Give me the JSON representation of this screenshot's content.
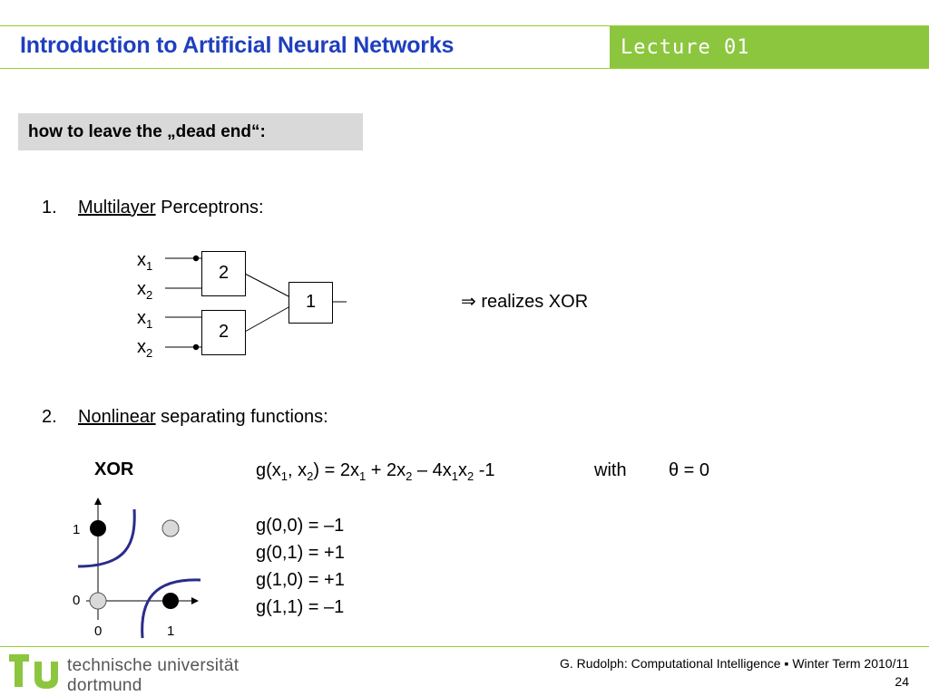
{
  "header": {
    "title": "Introduction to Artificial Neural Networks",
    "lecture": "Lecture 01"
  },
  "section": {
    "heading": "how to leave the „dead end“:"
  },
  "item1": {
    "num": "1.",
    "underlined": "Multilayer",
    "rest": " Perceptrons:"
  },
  "network": {
    "inputs": [
      {
        "var": "x",
        "sub": "1"
      },
      {
        "var": "x",
        "sub": "2"
      },
      {
        "var": "x",
        "sub": "1"
      },
      {
        "var": "x",
        "sub": "2"
      }
    ],
    "upper_threshold": "2",
    "lower_threshold": "2",
    "output_threshold": "1",
    "result_arrow": "⇒",
    "result": "realizes XOR"
  },
  "item2": {
    "num": "2.",
    "underlined": "Nonlinear",
    "rest": " separating functions:"
  },
  "plot": {
    "title": "XOR",
    "y_ticks": [
      "1",
      "0"
    ],
    "x_ticks": [
      "0",
      "1"
    ],
    "curve_color": "#2b2b8c"
  },
  "formula": {
    "prefix": "g(x",
    "s1": "1",
    "mid1": ", x",
    "s2": "2",
    "mid2": ") = 2x",
    "s3": "1",
    "mid3": " + 2x",
    "s4": "2",
    "mid4": " – 4x",
    "s5": "1",
    "mid5": "x",
    "s6": "2",
    "end": " -1",
    "with": "with",
    "theta": "θ = 0"
  },
  "values": [
    "g(0,0) = –1",
    "g(0,1) = +1",
    "g(1,0) = +1",
    "g(1,1) = –1"
  ],
  "footer": {
    "credit": "G. Rudolph: Computational Intelligence ▪ Winter Term 2010/11",
    "page": "24",
    "university_line1": "technische universität",
    "university_line2": "dortmund"
  },
  "colors": {
    "title": "#1f3fbf",
    "accent_green": "#8cc63f",
    "section_bg": "#d9d9d9"
  }
}
